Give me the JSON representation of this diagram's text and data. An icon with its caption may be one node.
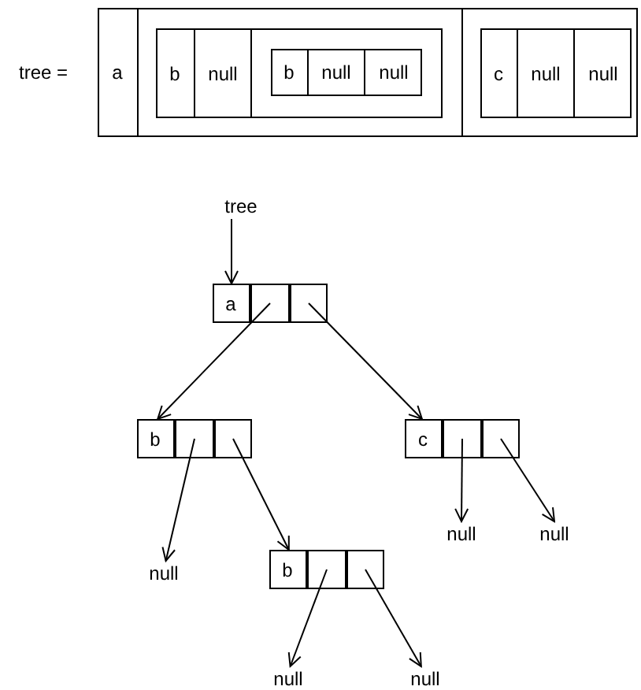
{
  "diagram": {
    "nodes": [
      {
        "text": [],
        "shape": "box"
      },
      {
        "text": [
          "a"
        ],
        "in": 0
      },
      {
        "text": [],
        "shape": "box",
        "in": 0
      },
      {
        "text": [
          "b"
        ],
        "in": 2
      },
      {
        "text": [
          "null"
        ],
        "in": 2
      },
      {
        "text": [],
        "shape": "box",
        "in": 2
      },
      {
        "text": [
          "b"
        ],
        "in": 5
      },
      {
        "text": [
          "null"
        ],
        "in": 5
      },
      {
        "text": [
          "null"
        ],
        "in": 5
      },
      {
        "text": [],
        "shape": "box",
        "in": 0
      },
      {
        "text": [
          "c"
        ],
        "in": 9
      },
      {
        "text": [
          "null"
        ],
        "in": 9
      },
      {
        "text": [
          "null"
        ],
        "in": 9
      },
      {
        "text": [
          "tree"
        ]
      },
      {
        "text": [],
        "shape": "box"
      },
      {
        "text": [
          "a"
        ],
        "in": 14
      },
      {
        "text": [],
        "shape": "box",
        "in": 14
      },
      {
        "text": [],
        "shape": "box",
        "in": 14
      },
      {
        "text": [],
        "shape": "box"
      },
      {
        "text": [
          "b"
        ],
        "in": 18
      },
      {
        "text": [],
        "shape": "box",
        "in": 18
      },
      {
        "text": [],
        "shape": "box",
        "in": 18
      },
      {
        "text": [],
        "shape": "box"
      },
      {
        "text": [
          "c"
        ],
        "in": 22
      },
      {
        "text": [],
        "shape": "box",
        "in": 22
      },
      {
        "text": [],
        "shape": "box",
        "in": 22
      },
      {
        "text": [
          "null"
        ]
      },
      {
        "text": [
          "null"
        ]
      },
      {
        "text": [],
        "shape": "box"
      },
      {
        "text": [
          "b"
        ],
        "in": 28
      },
      {
        "text": [],
        "shape": "box",
        "in": 28
      },
      {
        "text": [],
        "shape": "box",
        "in": 28
      },
      {
        "text": [
          "null"
        ]
      },
      {
        "text": [
          "null"
        ]
      },
      {
        "text": [
          "null"
        ]
      }
    ],
    "edges": [
      {
        "from": 13,
        "to": 15,
        "arrow": "to"
      },
      {
        "from": 16,
        "to": 18,
        "arrow": "to"
      },
      {
        "from": 17,
        "to": 22,
        "arrow": "to"
      },
      {
        "from": 20,
        "to": 32,
        "arrow": "to"
      },
      {
        "from": 21,
        "to": 28,
        "arrow": "to"
      },
      {
        "from": 24,
        "to": 26,
        "arrow": "to"
      },
      {
        "from": 25,
        "to": 27,
        "arrow": "to"
      },
      {
        "from": 30,
        "to": 33,
        "arrow": "to"
      },
      {
        "from": 31,
        "to": 34,
        "arrow": "to"
      }
    ],
    "labels": [
      "tree ="
    ]
  }
}
